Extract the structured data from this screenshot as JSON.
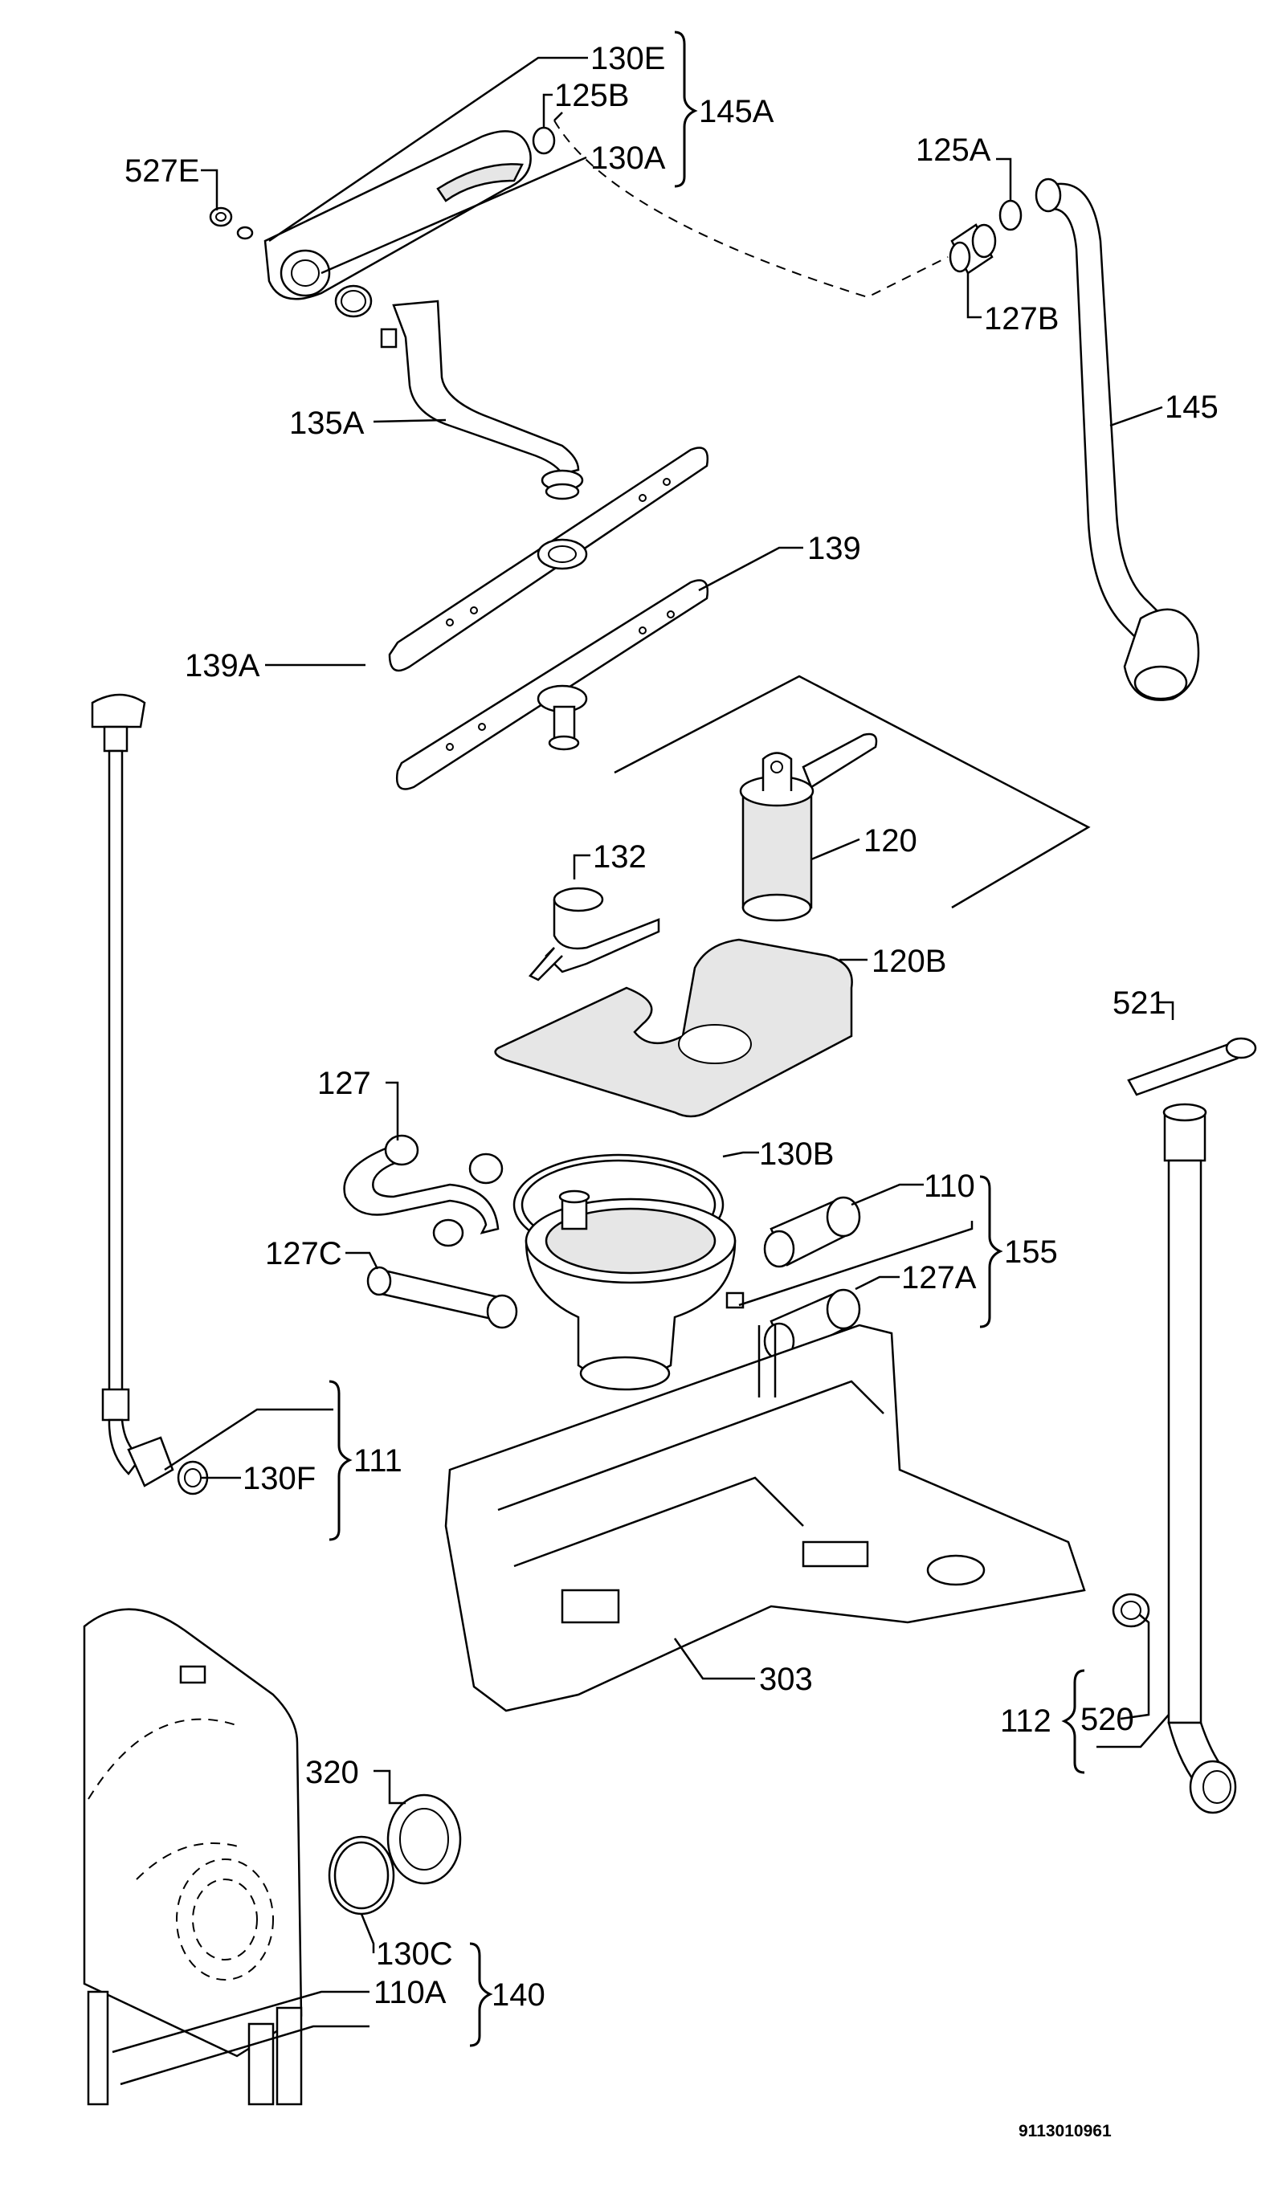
{
  "labels": {
    "l130E": "130E",
    "l125B": "125B",
    "l145A": "145A",
    "l130A": "130A",
    "l527E": "527E",
    "l125A": "125A",
    "l127B": "127B",
    "l145": "145",
    "l135A": "135A",
    "l139": "139",
    "l139A": "139A",
    "l120": "120",
    "l132": "132",
    "l120B": "120B",
    "l521": "521",
    "l127": "127",
    "l130B": "130B",
    "l110": "110",
    "l155": "155",
    "l127C": "127C",
    "l127A": "127A",
    "l130F": "130F",
    "l111": "111",
    "l303": "303",
    "l520": "520",
    "l112": "112",
    "l320": "320",
    "l130C": "130C",
    "l110A": "110A",
    "l140": "140"
  },
  "document_number": "9113010961"
}
